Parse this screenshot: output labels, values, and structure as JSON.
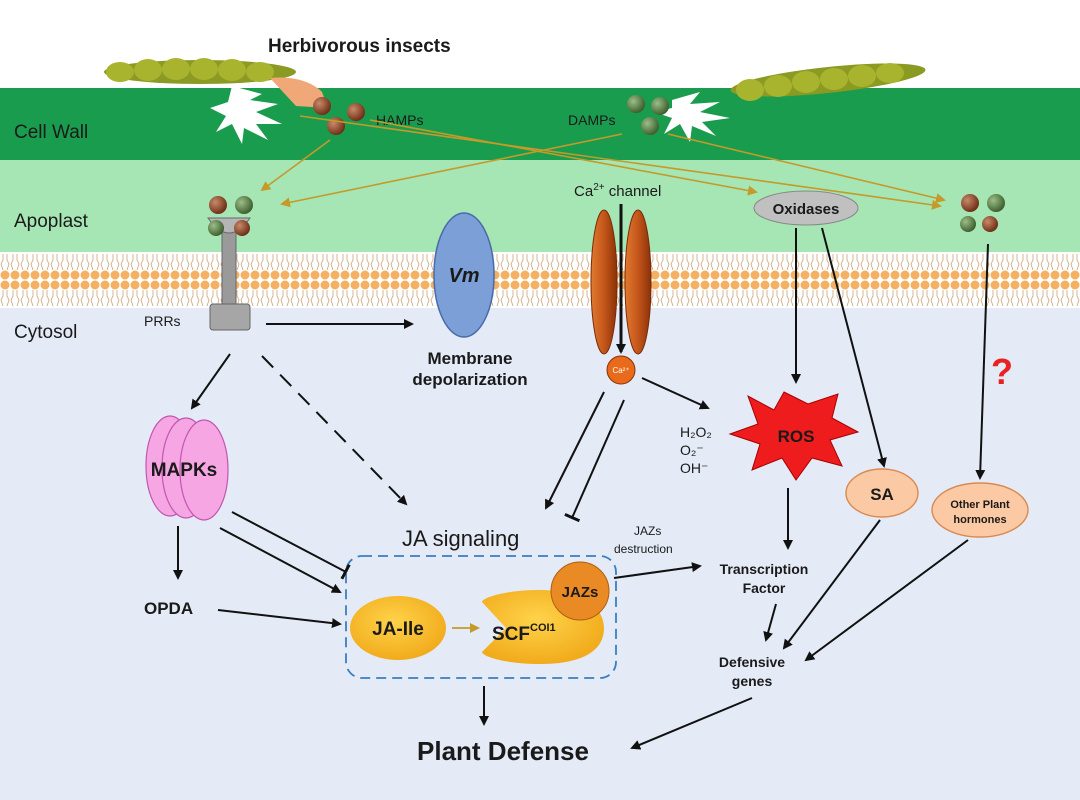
{
  "labels": {
    "herbivorous_insects": "Herbivorous insects",
    "cell_wall": "Cell Wall",
    "apoplast": "Apoplast",
    "cytosol": "Cytosol",
    "hamps": "HAMPs",
    "damps": "DAMPs",
    "ca_channel_prefix": "Ca",
    "ca_channel_sup": "2+",
    "ca_channel_suffix": " channel",
    "oxidases": "Oxidases",
    "prrs": "PRRs",
    "vm": "Vm",
    "membrane_depolarization_line1": "Membrane",
    "membrane_depolarization_line2": "depolarization",
    "ca_ion": "Ca²⁺",
    "question_mark": "?",
    "h2o2": "H₂O₂",
    "o2": "O₂⁻",
    "oh": "OH⁻",
    "ros": "ROS",
    "mapks": "MAPKs",
    "ja_signaling": "JA signaling",
    "jazs_destruction_line1": "JAZs",
    "jazs_destruction_line2": "destruction",
    "sa": "SA",
    "other_hormones_line1": "Other Plant",
    "other_hormones_line2": "hormones",
    "opda": "OPDA",
    "ja_ile": "JA-Ile",
    "scf": "SCF",
    "coi1": "COI1",
    "jazs": "JAZs",
    "transcription_factor_line1": "Transcription",
    "transcription_factor_line2": "Factor",
    "defensive_genes_line1": "Defensive",
    "defensive_genes_line2": "genes",
    "plant_defense": "Plant Defense"
  },
  "colors": {
    "cell_wall": "#1a9c4e",
    "apoplast": "#a6e6b4",
    "cytosol": "#e4ebf6",
    "arrow_gold": "#c49a2a",
    "ros_red": "#ee1c1c",
    "ja_orange": "#f5b21a",
    "mapk_pink": "#f5a6e3",
    "vm_blue": "#7b9fd6",
    "channel_red": "#c4561a",
    "question_red": "#e82222"
  }
}
